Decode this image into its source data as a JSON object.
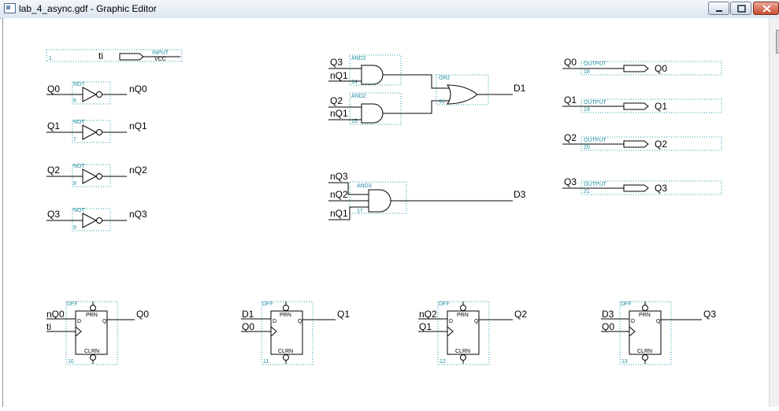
{
  "window": {
    "title": "lab_4_async.gdf - Graphic Editor"
  },
  "input": {
    "label": "ti",
    "type": "INPUT",
    "sub": "VCC",
    "num": "1"
  },
  "nots": [
    {
      "in": "Q0",
      "out": "nQ0",
      "type": "NOT",
      "num": "6"
    },
    {
      "in": "Q1",
      "out": "nQ1",
      "type": "NOT",
      "num": "7"
    },
    {
      "in": "Q2",
      "out": "nQ2",
      "type": "NOT",
      "num": "8"
    },
    {
      "in": "Q3",
      "out": "nQ3",
      "type": "NOT",
      "num": "9"
    }
  ],
  "and_top": {
    "in1": "Q3",
    "in2": "nQ1",
    "type": "AND2",
    "num": "14"
  },
  "and_mid": {
    "in1": "Q2",
    "in2": "nQ1",
    "type": "AND2",
    "num": "15"
  },
  "or_gate": {
    "out": "D1",
    "type": "OR2",
    "num": "16"
  },
  "and3": {
    "in1": "nQ3",
    "in2": "nQ2",
    "in3": "nQ1",
    "out": "D3",
    "type": "AND3",
    "num": "17"
  },
  "outputs": [
    {
      "in": "Q0",
      "out": "Q0",
      "type": "OUTPUT",
      "num": "18"
    },
    {
      "in": "Q1",
      "out": "Q1",
      "type": "OUTPUT",
      "num": "19"
    },
    {
      "in": "Q2",
      "out": "Q2",
      "type": "OUTPUT",
      "num": "20"
    },
    {
      "in": "Q3",
      "out": "Q3",
      "type": "OUTPUT",
      "num": "21"
    }
  ],
  "dffs": [
    {
      "d": "nQ0",
      "clk": "ti",
      "q": "Q0",
      "num": "10"
    },
    {
      "d": "D1",
      "clk": "Q0",
      "q": "Q1",
      "num": "11"
    },
    {
      "d": "nQ2",
      "clk": "Q1",
      "q": "Q2",
      "num": "12"
    },
    {
      "d": "D3",
      "clk": "Q0",
      "q": "Q3",
      "num": "13"
    }
  ],
  "dff_pins": {
    "type": "DFF",
    "d": "D",
    "q": "Q",
    "prn": "PRN",
    "clrn": "CLRN"
  },
  "colors": {
    "wire": "#000000",
    "instance_border": "#2a9aaa",
    "instance_text": "#1f8f9f",
    "canvas": "#ffffff"
  }
}
